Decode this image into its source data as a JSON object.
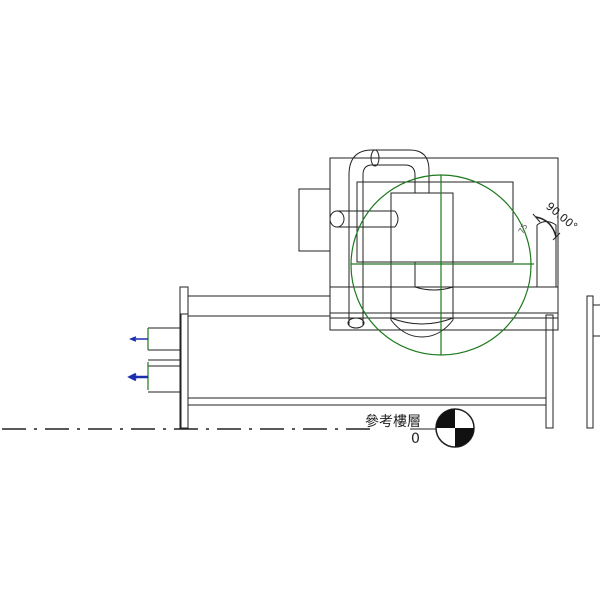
{
  "level": {
    "name": "參考樓層",
    "elevation": "0"
  },
  "dimension": {
    "angle": "90.00°",
    "small_label": "75"
  },
  "colors": {
    "selection": "#1e7a1e",
    "connector": "#1a2fb0",
    "lines": "#222222"
  }
}
